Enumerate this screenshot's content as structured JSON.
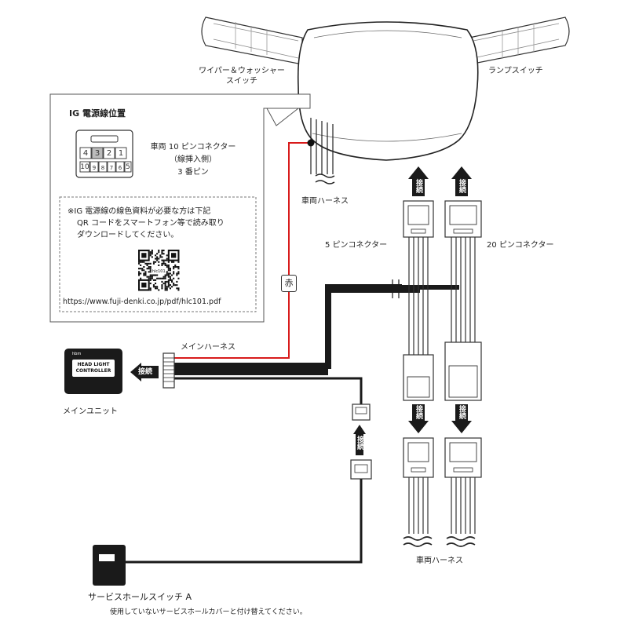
{
  "labels": {
    "wiper_switch": [
      "ワイパー＆ウォッシャー",
      "スイッチ"
    ],
    "lamp_switch": "ランプスイッチ",
    "ig_title": "IG 電源線位置",
    "vehicle_connector": [
      "車両 10 ピンコネクター",
      "（線挿入側）",
      "3 番ピン"
    ],
    "qr_note": [
      "※IG 電源線の線色資料が必要な方は下記",
      "QR コードをスマートフォン等で読み取り",
      "ダウンロードしてください。"
    ],
    "url": "https://www.fuji-denki.co.jp/pdf/hlc101.pdf",
    "red_wire": "赤",
    "vehicle_harness_top": "車両ハーネス",
    "five_pin": "5 ピンコネクター",
    "twenty_pin": "20 ピンコネクター",
    "main_harness": "メインハーネス",
    "main_unit": "メインユニット",
    "unit_face": [
      "HEAD LIGHT",
      "CONTROLLER"
    ],
    "unit_brand": "hbm",
    "connect": "接続",
    "vehicle_harness_bottom": "車両ハーネス",
    "service_switch": "サービスホールスイッチ A",
    "service_note": "使用していないサービスホールカバーと付け替えてください。",
    "qr_center": "hlc101"
  },
  "pins": {
    "top_row": [
      "4",
      "3",
      "2",
      "1"
    ],
    "bottom_row": [
      "10",
      "9",
      "8",
      "7",
      "6",
      "5"
    ]
  },
  "colors": {
    "red_wire": "#d81b1b",
    "harness": "#1a1a1a",
    "highlight_pin": "#bbbbbb"
  }
}
